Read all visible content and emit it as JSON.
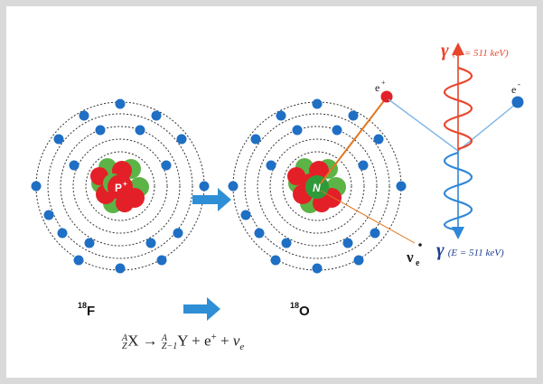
{
  "atoms": [
    {
      "mass_number": "18",
      "symbol": "F",
      "nucleus_label": "P",
      "nucleus_charge": "+"
    },
    {
      "mass_number": "18",
      "symbol": "O",
      "nucleus_label": "N"
    }
  ],
  "particles": {
    "positron": {
      "symbol": "e",
      "charge": "+"
    },
    "electron": {
      "symbol": "e",
      "charge": "-"
    },
    "neutrino": {
      "symbol": "ν",
      "subscript": "e"
    }
  },
  "gamma_top": {
    "symbol": "γ",
    "energy": "(E = 511 keV)"
  },
  "gamma_bottom": {
    "symbol": "γ",
    "energy": "(E = 511 keV)"
  },
  "equation": {
    "lhs_A": "A",
    "lhs_Z": "Z",
    "lhs_X": "X",
    "arrow": "→",
    "rhs_A": "A",
    "rhs_Z": "Z−1",
    "rhs_Y": "Y",
    "plus1": "+",
    "positron": "e",
    "positron_charge": "+",
    "plus2": "+",
    "neutrino": "ν",
    "neutrino_sub": "e"
  },
  "colors": {
    "electron": "#1f6fc4",
    "proton": "#e32028",
    "neutron": "#5cb346",
    "arrow": "#2e8fd6",
    "gamma_red": "#e8462c",
    "gamma_blue": "#2f87d8",
    "positron_track": "#e0761f"
  }
}
